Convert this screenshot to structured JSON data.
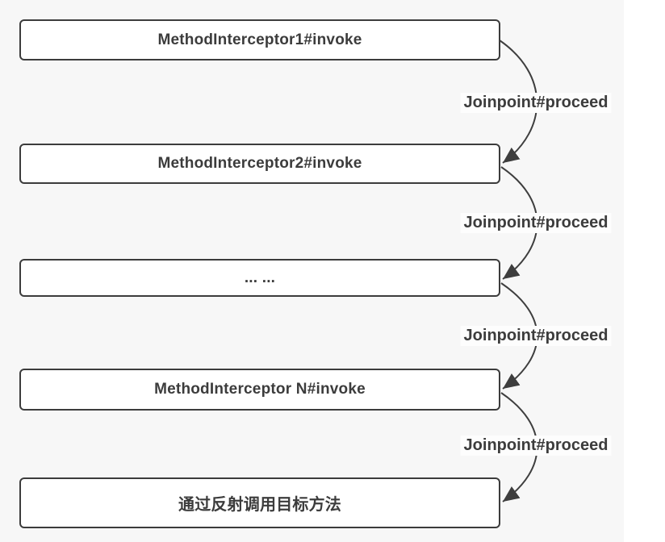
{
  "diagram": {
    "background_color": "#f7f7f7",
    "box_border_color": "#3c3c3c",
    "text_color": "#3c3c3c",
    "boxes": [
      {
        "id": "method-interceptor-1",
        "label": "MethodInterceptor1#invoke"
      },
      {
        "id": "method-interceptor-2",
        "label": "MethodInterceptor2#invoke"
      },
      {
        "id": "ellipsis",
        "label": "... ..."
      },
      {
        "id": "method-interceptor-n",
        "label": "MethodInterceptor N#invoke"
      },
      {
        "id": "invoke-target-by-reflection",
        "label": "通过反射调用目标方法"
      }
    ],
    "edges": [
      {
        "from": "method-interceptor-1",
        "to": "method-interceptor-2",
        "label": "Joinpoint#proceed"
      },
      {
        "from": "method-interceptor-2",
        "to": "ellipsis",
        "label": "Joinpoint#proceed"
      },
      {
        "from": "ellipsis",
        "to": "method-interceptor-n",
        "label": "Joinpoint#proceed"
      },
      {
        "from": "method-interceptor-n",
        "to": "invoke-target-by-reflection",
        "label": "Joinpoint#proceed"
      }
    ]
  }
}
